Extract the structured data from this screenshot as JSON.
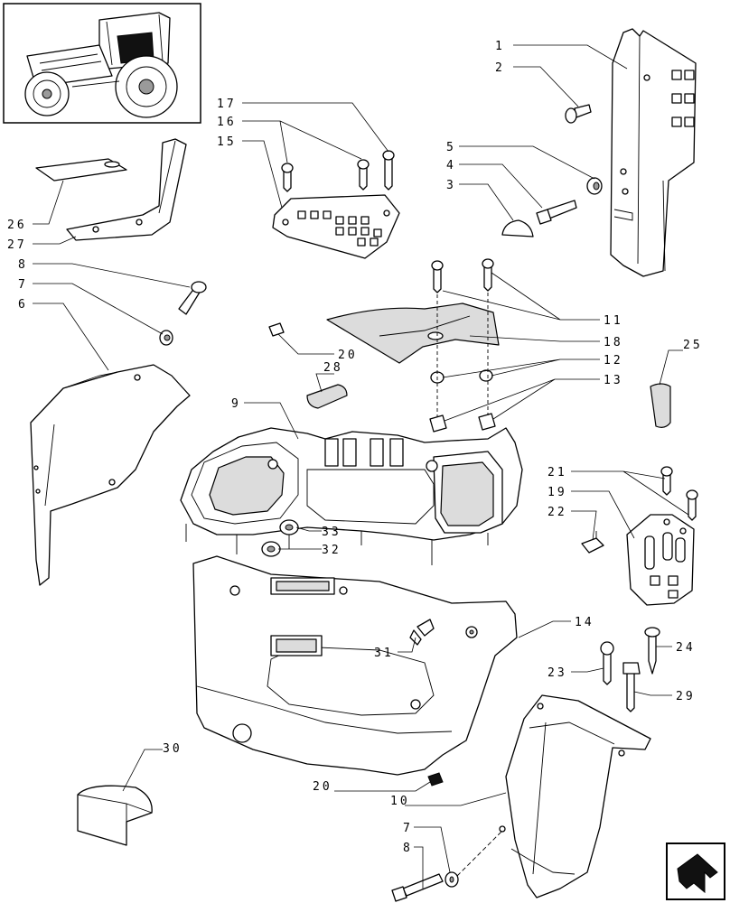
{
  "labels": {
    "l1": "1",
    "l2": "2",
    "l3": "3",
    "l4": "4",
    "l5": "5",
    "l6": "6",
    "l7a": "7",
    "l7b": "7",
    "l8a": "8",
    "l8b": "8",
    "l9": "9",
    "l10": "10",
    "l11": "11",
    "l12": "12",
    "l13": "13",
    "l14": "14",
    "l15": "15",
    "l16": "16",
    "l17": "17",
    "l18": "18",
    "l19": "19",
    "l20a": "20",
    "l20b": "20",
    "l21": "21",
    "l22": "22",
    "l23": "23",
    "l24": "24",
    "l25": "25",
    "l26": "26",
    "l27": "27",
    "l28": "28",
    "l29": "29",
    "l30": "30",
    "l31": "31",
    "l32": "32",
    "l33": "33"
  },
  "icons": {
    "thumbnail": "tractor-thumbnail-icon",
    "navigation": "next-page-arrow-icon"
  }
}
